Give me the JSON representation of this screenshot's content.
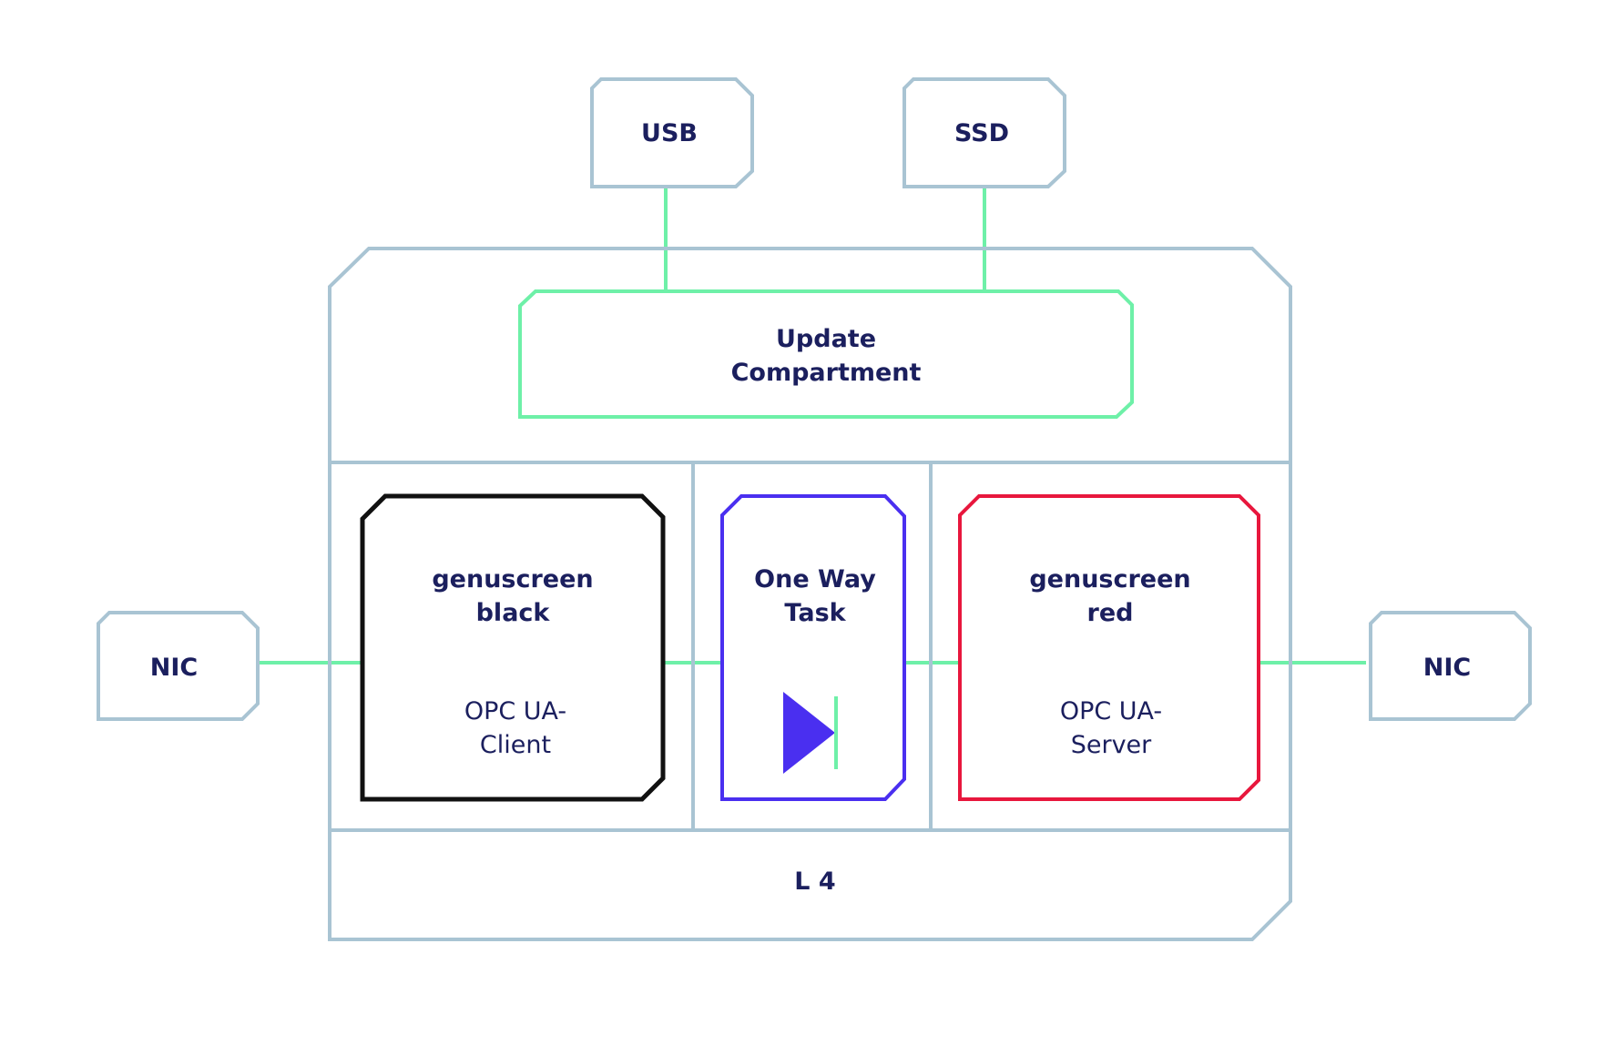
{
  "external": {
    "usb": "USB",
    "ssd": "SSD",
    "nic_left": "NIC",
    "nic_right": "NIC"
  },
  "update_compartment": {
    "line1": "Update",
    "line2": "Compartment"
  },
  "black": {
    "title1": "genuscreen",
    "title2": "black",
    "sub1": "OPC UA-",
    "sub2": "Client"
  },
  "one_way": {
    "title1": "One Way",
    "title2": "Task"
  },
  "red": {
    "title1": "genuscreen",
    "title2": "red",
    "sub1": "OPC UA-",
    "sub2": "Server"
  },
  "kernel": {
    "label": "L 4"
  },
  "colors": {
    "frame": "#a9c4d3",
    "link": "#6ef0a8",
    "black_box": "#111111",
    "one_way_box": "#4a2ff0",
    "red_box": "#e8173d",
    "text": "#1b1f5e"
  }
}
